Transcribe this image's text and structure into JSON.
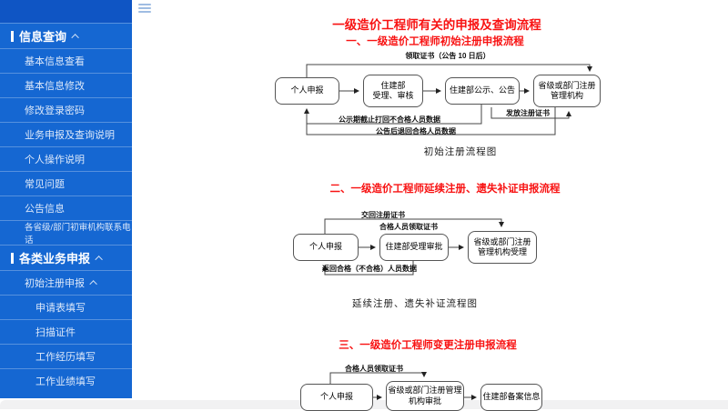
{
  "colors": {
    "accent_red": "#f81212",
    "sidebar_blue": "#1567d2",
    "sidebar_top_blue": "#0f55c4"
  },
  "sidebar": {
    "items": [
      {
        "label": "信息查询"
      },
      {
        "label": "基本信息查看"
      },
      {
        "label": "基本信息修改"
      },
      {
        "label": "修改登录密码"
      },
      {
        "label": "业务申报及查询说明"
      },
      {
        "label": "个人操作说明"
      },
      {
        "label": "常见问题"
      },
      {
        "label": "公告信息"
      },
      {
        "label": "各省级/部门初审机构联系电话"
      },
      {
        "label": "各类业务申报"
      },
      {
        "label": "初始注册申报"
      },
      {
        "label": "申请表填写"
      },
      {
        "label": "扫描证件"
      },
      {
        "label": "工作经历填写"
      },
      {
        "label": "工作业绩填写"
      }
    ]
  },
  "content": {
    "title": "一级造价工程师有关的申报及查询流程",
    "sections": [
      {
        "heading": "一、一级造价工程师初始注册申报流程",
        "caption": "初始注册流程图",
        "boxes": [
          "个人申报",
          "住建部\n受理、审核",
          "住建部公示、公告",
          "省级或部门注册\n管理机构"
        ],
        "labels": {
          "top": "领取证书（公告 10 日后）",
          "issue": "发放注册证书",
          "return1": "公示期截止打回不合格人员数据",
          "return2": "公告后退回合格人员数据"
        }
      },
      {
        "heading": "二、一级造价工程师延续注册、遗失补证申报流程",
        "caption": "延续注册、遗失补证流程图",
        "boxes": [
          "个人申报",
          "住建部受理审批",
          "省级或部门注册\n管理机构受理"
        ],
        "labels": {
          "top1": "交回注册证书",
          "top2": "合格人员领取证书",
          "return": "返回合格（不合格）人员数据"
        }
      },
      {
        "heading": "三、一级造价工程师变更注册申报流程",
        "boxes": [
          "个人申报",
          "省级或部门注册管理\n机构审批",
          "住建部备案信息"
        ],
        "labels": {
          "top": "合格人员领取证书"
        }
      }
    ]
  }
}
